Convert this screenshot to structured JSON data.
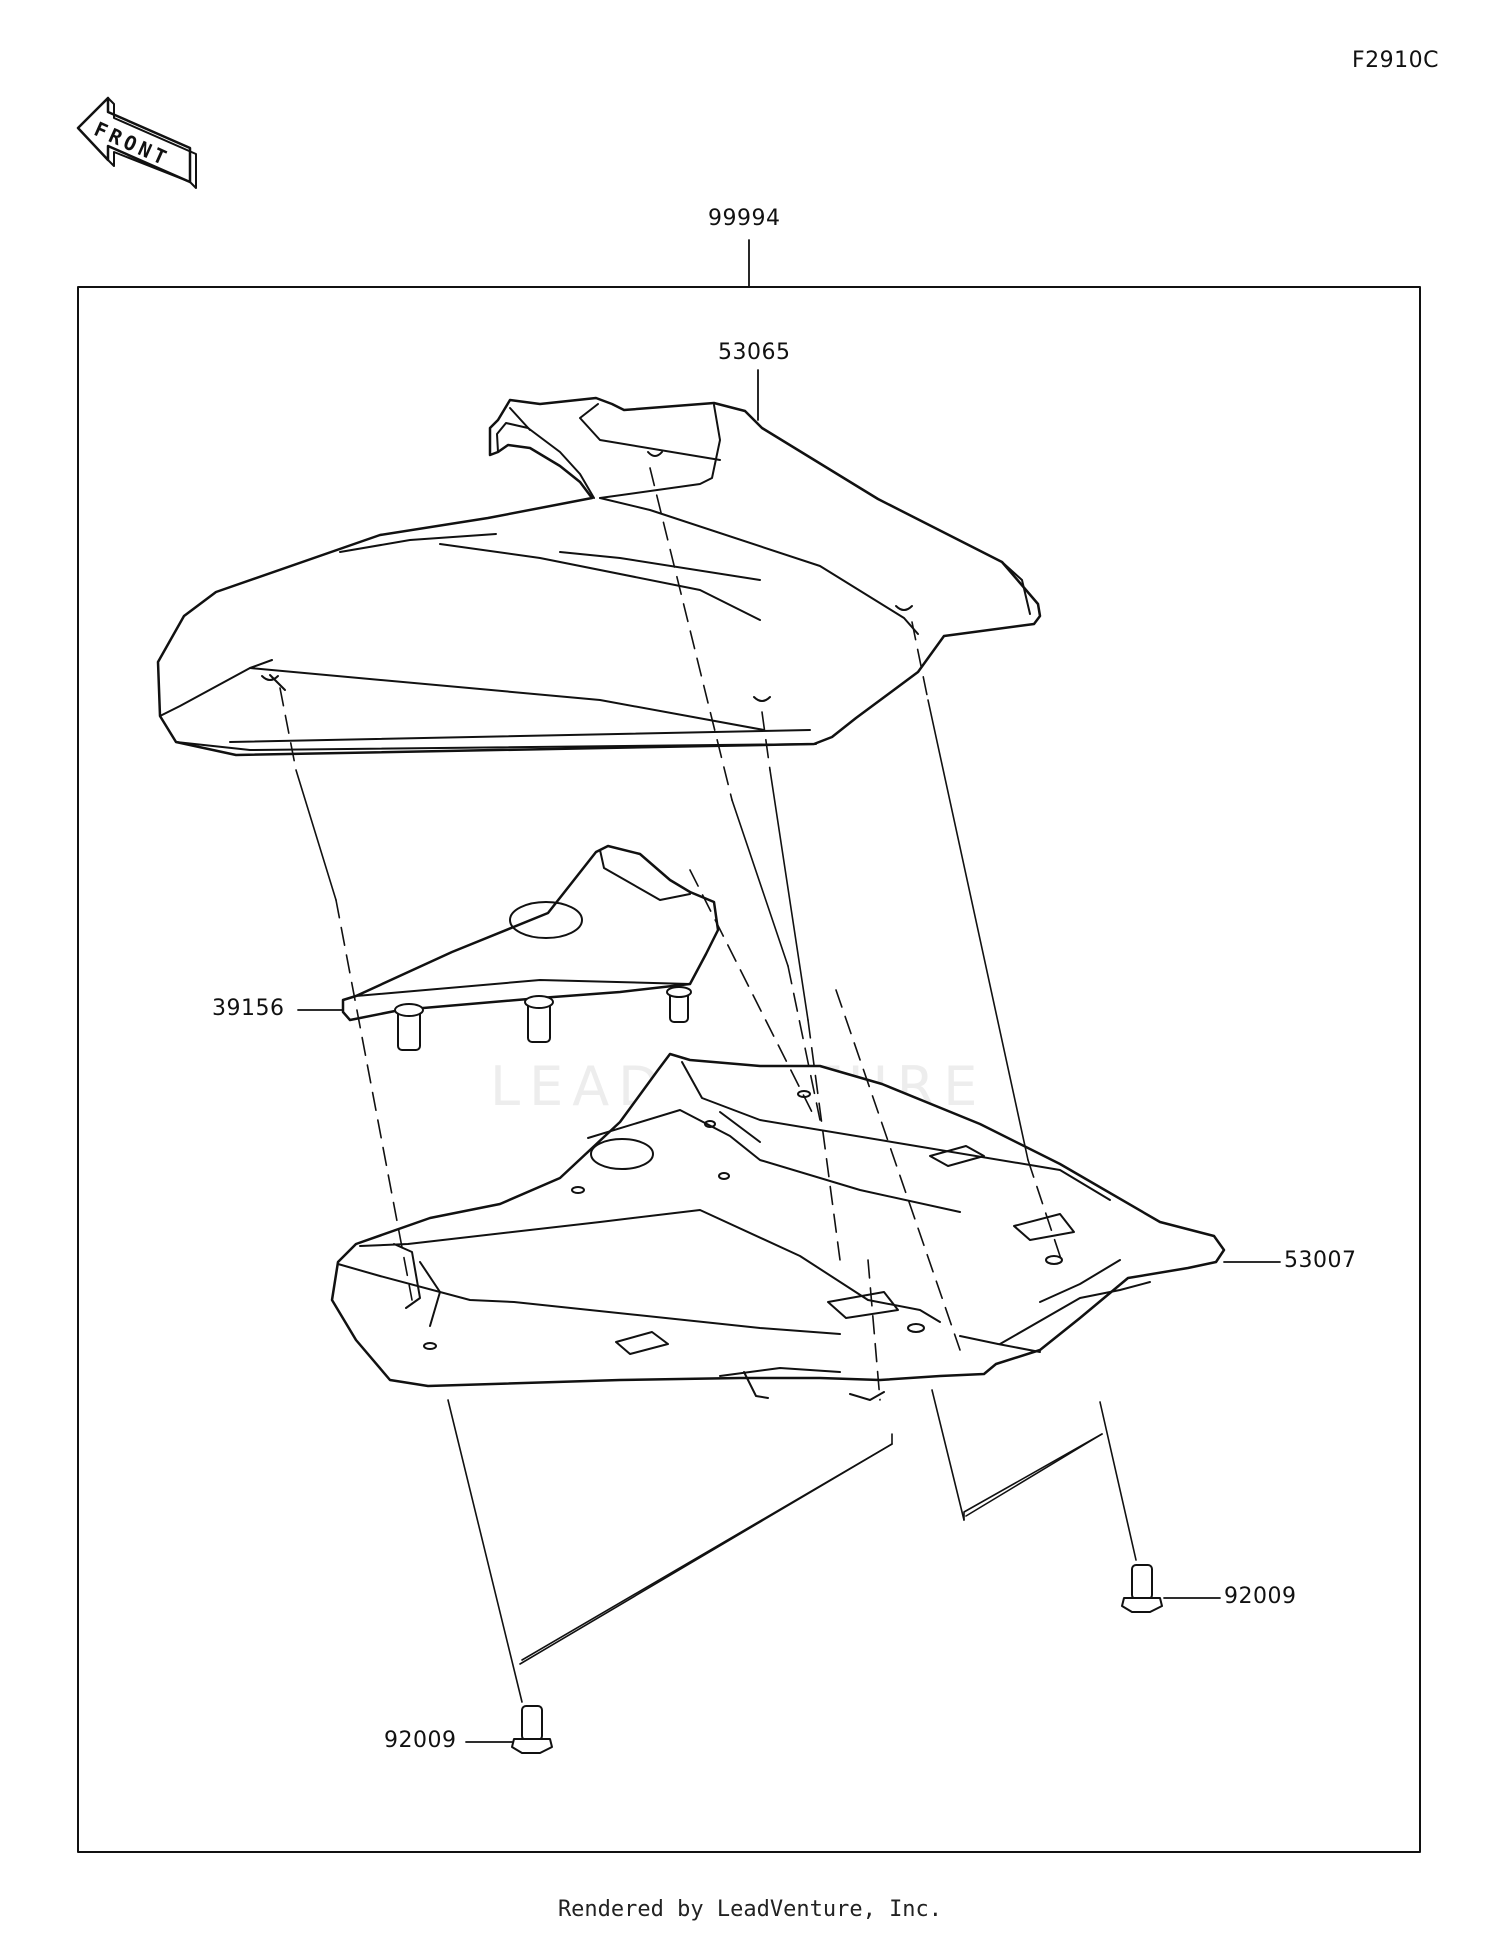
{
  "diagram_code": "F2910C",
  "front_label": "FRONT",
  "parts": {
    "kit": "99994",
    "seat_cover": "53065",
    "pad": "39156",
    "base": "53007",
    "bolt_right": "92009",
    "bolt_left": "92009"
  },
  "watermark": "LEADVENTURE",
  "footer": "Rendered by LeadVenture, Inc."
}
